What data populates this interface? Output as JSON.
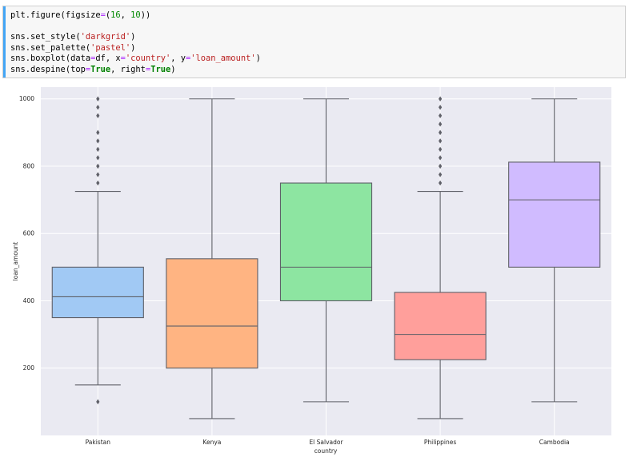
{
  "code_cell": {
    "lines": [
      [
        {
          "t": "plt.figure(figsize",
          "c": "plain"
        },
        {
          "t": "=",
          "c": "op"
        },
        {
          "t": "(",
          "c": "plain"
        },
        {
          "t": "16",
          "c": "num"
        },
        {
          "t": ", ",
          "c": "plain"
        },
        {
          "t": "10",
          "c": "num"
        },
        {
          "t": "))",
          "c": "plain"
        }
      ],
      [],
      [
        {
          "t": "sns.set_style(",
          "c": "plain"
        },
        {
          "t": "'darkgrid'",
          "c": "str"
        },
        {
          "t": ")",
          "c": "plain"
        }
      ],
      [
        {
          "t": "sns.set_palette(",
          "c": "plain"
        },
        {
          "t": "'pastel'",
          "c": "str"
        },
        {
          "t": ")",
          "c": "plain"
        }
      ],
      [
        {
          "t": "sns.boxplot(data",
          "c": "plain"
        },
        {
          "t": "=",
          "c": "op"
        },
        {
          "t": "df, x",
          "c": "plain"
        },
        {
          "t": "=",
          "c": "op"
        },
        {
          "t": "'country'",
          "c": "str"
        },
        {
          "t": ", y",
          "c": "plain"
        },
        {
          "t": "=",
          "c": "op"
        },
        {
          "t": "'loan_amount'",
          "c": "str"
        },
        {
          "t": ")",
          "c": "plain"
        }
      ],
      [
        {
          "t": "sns.despine(top",
          "c": "plain"
        },
        {
          "t": "=",
          "c": "op"
        },
        {
          "t": "True",
          "c": "kw"
        },
        {
          "t": ", right",
          "c": "plain"
        },
        {
          "t": "=",
          "c": "op"
        },
        {
          "t": "True",
          "c": "kw"
        },
        {
          "t": ")",
          "c": "plain"
        }
      ]
    ]
  },
  "chart_data": {
    "type": "boxplot",
    "title": "",
    "xlabel": "country",
    "ylabel": "loan_amount",
    "ylim": [
      0,
      1035
    ],
    "yticks": [
      200,
      400,
      600,
      800,
      1000
    ],
    "grid": true,
    "categories": [
      "Pakistan",
      "Kenya",
      "El Salvador",
      "Philippines",
      "Cambodia"
    ],
    "boxes": [
      {
        "category": "Pakistan",
        "whisker_low": 150,
        "q1": 350,
        "median": 412,
        "q3": 500,
        "whisker_high": 725,
        "outliers": [
          100,
          750,
          775,
          800,
          825,
          850,
          875,
          900,
          950,
          975,
          1000
        ],
        "color": "#a1c9f4"
      },
      {
        "category": "Kenya",
        "whisker_low": 50,
        "q1": 200,
        "median": 325,
        "q3": 525,
        "whisker_high": 1000,
        "outliers": [],
        "color": "#ffb482"
      },
      {
        "category": "El Salvador",
        "whisker_low": 100,
        "q1": 400,
        "median": 500,
        "q3": 750,
        "whisker_high": 1000,
        "outliers": [],
        "color": "#8de5a1"
      },
      {
        "category": "Philippines",
        "whisker_low": 50,
        "q1": 225,
        "median": 300,
        "q3": 425,
        "whisker_high": 725,
        "outliers": [
          750,
          775,
          800,
          825,
          850,
          875,
          900,
          925,
          950,
          975,
          1000
        ],
        "color": "#ff9f9b"
      },
      {
        "category": "Cambodia",
        "whisker_low": 100,
        "q1": 500,
        "median": 700,
        "q3": 812,
        "whisker_high": 1000,
        "outliers": [],
        "color": "#d0bbff"
      }
    ],
    "colors": {
      "background": "#eaeaf2",
      "grid": "#ffffff",
      "line": "#5f6068"
    }
  }
}
